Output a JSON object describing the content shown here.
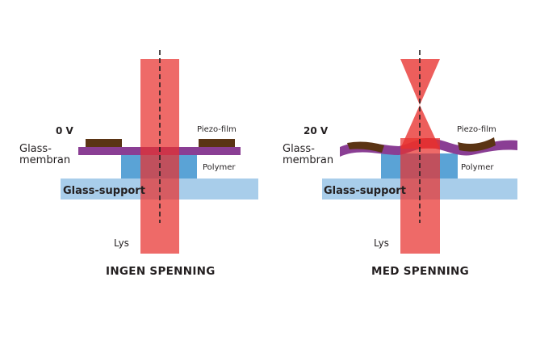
{
  "left_panel": {
    "voltage": "0 V",
    "membrane_label_1": "Glass-",
    "membrane_label_2": "membran",
    "piezo_label": "Piezo-film",
    "polymer_label": "Polymer",
    "support_label": "Glass-support",
    "light_label": "Lys",
    "caption": "INGEN SPENNING"
  },
  "right_panel": {
    "voltage": "20 V",
    "membrane_label_1": "Glass-",
    "membrane_label_2": "membran",
    "piezo_label": "Piezo-film",
    "polymer_label": "Polymer",
    "support_label": "Glass-support",
    "light_label": "Lys",
    "caption": "MED SPENNING"
  },
  "colors": {
    "light_beam": "#e8312e",
    "membrane": "#8a3e94",
    "piezo": "#5a3414",
    "polymer": "#5aa3d6",
    "glass_support": "#a8cdea",
    "text": "#231f20"
  }
}
